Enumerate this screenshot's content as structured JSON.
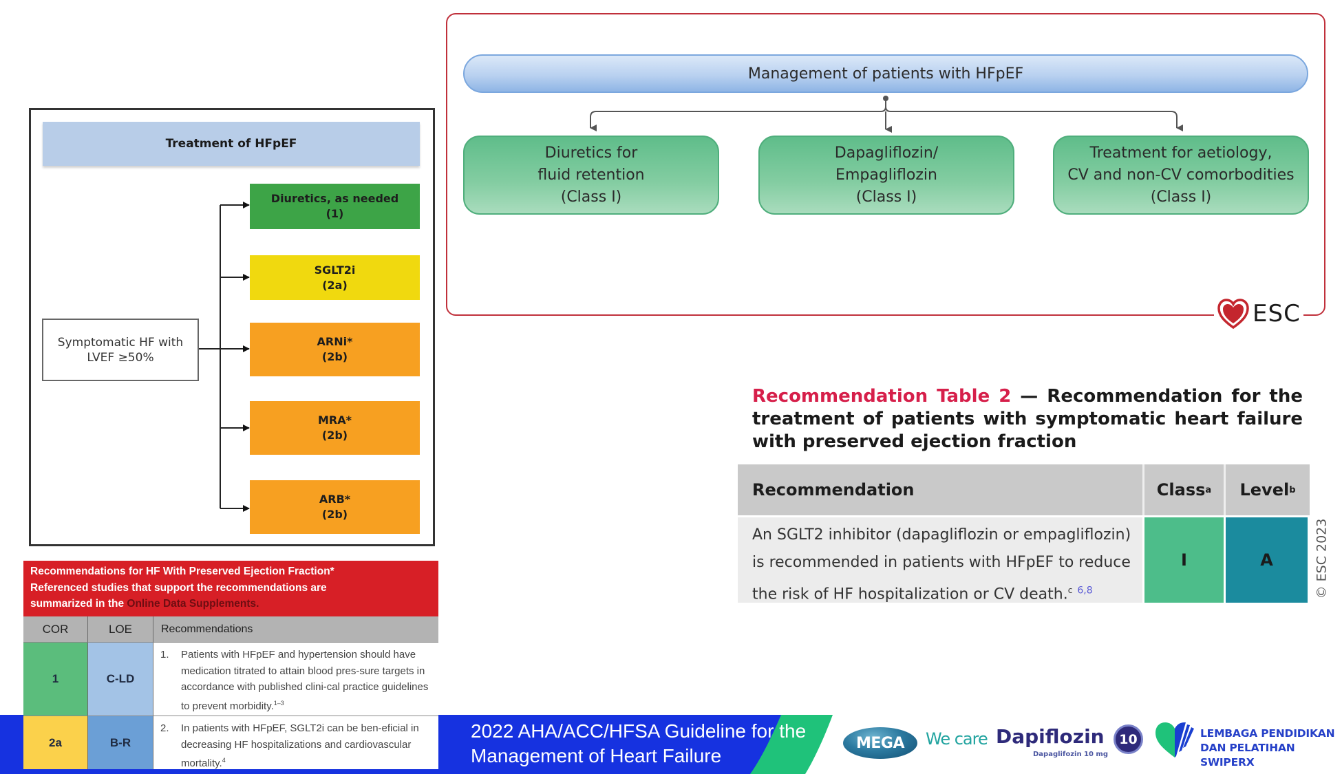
{
  "aha_flowchart": {
    "title": "Treatment of HFpEF",
    "start_node": "Symptomatic HF with LVEF ≥50%",
    "options": [
      {
        "label": "Diuretics, as needed",
        "class": "(1)",
        "color": "#3da447"
      },
      {
        "label": "SGLT2i",
        "class": "(2a)",
        "color": "#f0d90f"
      },
      {
        "label": "ARNi*",
        "class": "(2b)",
        "color": "#f7a021"
      },
      {
        "label": "MRA*",
        "class": "(2b)",
        "color": "#f7a021"
      },
      {
        "label": "ARB*",
        "class": "(2b)",
        "color": "#f7a021"
      }
    ]
  },
  "aha_table": {
    "header_line1": "Recommendations for HF With Preserved Ejection Fraction*",
    "header_line2": "Referenced studies that support the recommendations are",
    "header_line3_prefix": "summarized in the ",
    "header_link": "Online Data Supplements.",
    "columns": [
      "COR",
      "LOE",
      "Recommendations"
    ],
    "rows": [
      {
        "cor": "1",
        "loe": "C-LD",
        "num": "1.",
        "text": "Patients with HFpEF and hypertension should have medication titrated to attain blood pres-sure targets in accordance with published clini-cal practice guidelines to prevent morbidity.",
        "ref": "1–3",
        "cor_color": "#5bbd7c",
        "loe_color": "#a3c3e6"
      },
      {
        "cor": "2a",
        "loe": "B-R",
        "num": "2.",
        "text": "In patients with HFpEF, SGLT2i can be ben-eficial in decreasing HF hospitalizations and cardiovascular mortality.",
        "ref": "4",
        "cor_color": "#fbd14b",
        "loe_color": "#6b9fd6"
      }
    ]
  },
  "esc_flowchart": {
    "title": "Management of patients with HFpEF",
    "boxes": [
      {
        "line1": "Diuretics for",
        "line2": "fluid retention",
        "line3": "(Class I)"
      },
      {
        "line1": "Dapagliflozin/",
        "line2": "Empagliflozin",
        "line3": "(Class I)"
      },
      {
        "line1": "Treatment for aetiology,",
        "line2": "CV and non-CV comorbodities",
        "line3": "(Class I)"
      }
    ],
    "logo_text": "ESC"
  },
  "esc_table": {
    "title_red": "Recommendation Table 2",
    "title_rest": " — Recommendation for the treatment of patients with symptomatic heart failure with preserved ejection fraction",
    "col_recommendation": "Recommendation",
    "col_class": "Class",
    "col_class_sup": "a",
    "col_level": "Level",
    "col_level_sup": "b",
    "row_text": "An SGLT2 inhibitor (dapagliflozin or empagliflozin) is recommended in patients with HFpEF to reduce the risk of HF hospitalization or CV death.",
    "row_sup": "c",
    "row_refs": "6,8",
    "row_class": "I",
    "row_level": "A",
    "copyright": "© ESC 2023"
  },
  "banner": {
    "title_line1": "2022 AHA/ACC/HFSA Guideline for the",
    "title_line2": "Management of Heart Failure",
    "mega_logo": "MEGA",
    "tagline": "We care",
    "product_name": "Dapiflozin",
    "product_sub": "Dapaglifozin 10 mg",
    "dose_badge": "10",
    "org_line1": "LEMBAGA PENDIDIKAN",
    "org_line2": "DAN PELATIHAN SWIPERX",
    "colors": {
      "blue": "#1632e0",
      "green": "#1fc27a",
      "navy": "#2e2a7a"
    }
  }
}
